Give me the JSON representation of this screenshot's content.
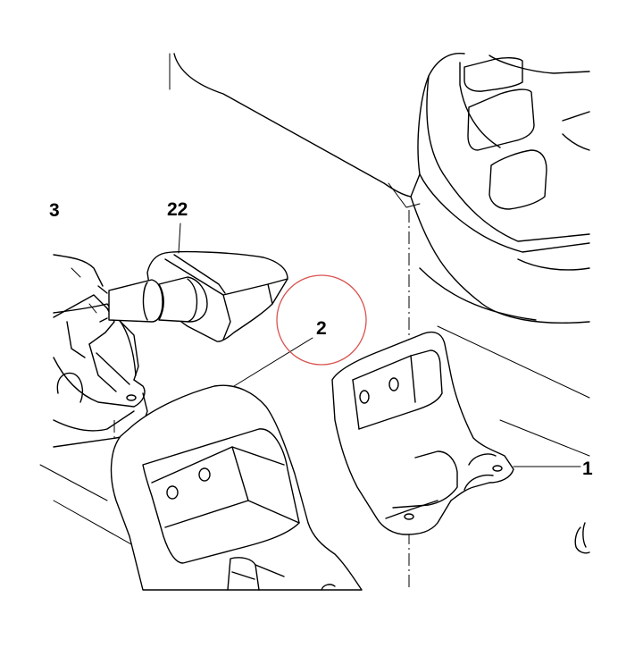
{
  "callouts": {
    "c22": "22",
    "c2": "2",
    "c1": "1",
    "c3": "3"
  },
  "highlight_color": "#d9534f",
  "line_color": "#000000",
  "background": "#ffffff"
}
